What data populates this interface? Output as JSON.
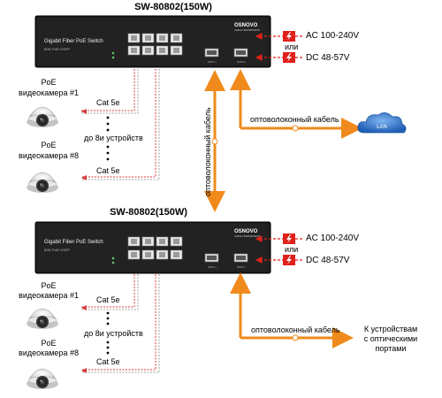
{
  "switches": [
    {
      "model": "SW-80802(150W)",
      "brand": "OSNOVO",
      "brand_sub": "CABLE TRANSMISSION",
      "panel_title": "Gigabit Fiber PoE Switch",
      "panel_sub": "8GE PoE+2SFP",
      "sfp_labels": [
        "SFP1 x",
        "SFP2 x"
      ]
    },
    {
      "model": "SW-80802(150W)",
      "brand": "OSNOVO",
      "brand_sub": "CABLE TRANSMISSION",
      "panel_title": "Gigabit Fiber PoE Switch",
      "panel_sub": "8GE PoE+2SFP",
      "sfp_labels": [
        "SFP1 x",
        "SFP2 x"
      ]
    }
  ],
  "power": [
    {
      "ac": "AC 100-240V",
      "or": "или",
      "dc": "DC 48-57V"
    },
    {
      "ac": "AC 100-240V",
      "or": "или",
      "dc": "DC 48-57V"
    }
  ],
  "cameras": [
    {
      "label": "PoE\nвидеокамера #1",
      "line1": "PoE",
      "line2": "видеокамера #1"
    },
    {
      "label": "PoE\nвидеокамера #8",
      "line1": "PoE",
      "line2": "видеокамера #8"
    },
    {
      "label": "PoE\nвидеокамера #1",
      "line1": "PoE",
      "line2": "видеокамера #1"
    },
    {
      "label": "PoE\nвидеокамера #8",
      "line1": "PoE",
      "line2": "видеокамера #8"
    }
  ],
  "cable_labels": {
    "cat5e": "Cat 5e",
    "up_to": "до 8и устройств"
  },
  "fiber": {
    "vertical_label": "оптоволоконный кабель",
    "top_label": "оптоволоконный кабель",
    "bottom_label": "оптоволоконный кабель",
    "lan": "LAN",
    "dest_line1": "К устройствам",
    "dest_line2": "с оптическими",
    "dest_line3": "портами"
  },
  "colors": {
    "fiber": "#f08a1c",
    "power_arrow": "#e0201a",
    "cable_red": "#d83a3a",
    "switch_body": "#1c1c1c",
    "cloud": "#2f6fc0"
  }
}
